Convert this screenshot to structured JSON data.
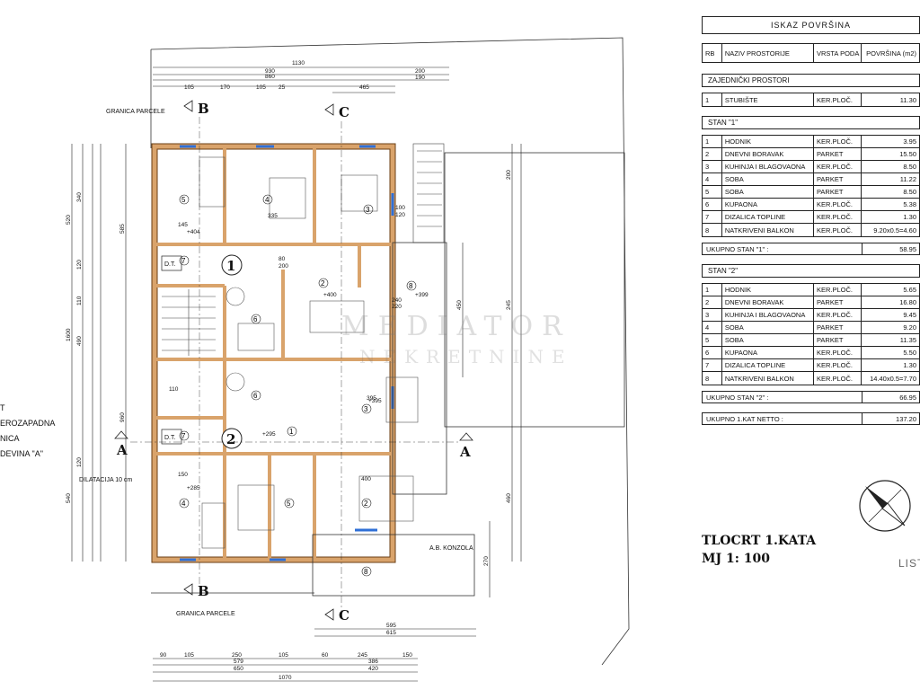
{
  "table": {
    "title": "ISKAZ POVRŠINA",
    "headers": [
      "RB",
      "NAZIV PROSTORIJE",
      "VRSTA PODA",
      "POVRŠINA (m2)"
    ],
    "sections": [
      {
        "name": "ZAJEDNIČKI PROSTORI",
        "rows": [
          [
            "1",
            "STUBIŠTE",
            "KER.PLOČ.",
            "11.30"
          ]
        ]
      },
      {
        "name": "STAN \"1\"",
        "rows": [
          [
            "1",
            "HODNIK",
            "KER.PLOČ.",
            "3.95"
          ],
          [
            "2",
            "DNEVNI BORAVAK",
            "PARKET",
            "15.50"
          ],
          [
            "3",
            "KUHINJA I BLAGOVAONA",
            "KER.PLOČ.",
            "8.50"
          ],
          [
            "4",
            "SOBA",
            "PARKET",
            "11.22"
          ],
          [
            "5",
            "SOBA",
            "PARKET",
            "8.50"
          ],
          [
            "6",
            "KUPAONA",
            "KER.PLOČ.",
            "5.38"
          ],
          [
            "7",
            "DIZALICA TOPLINE",
            "KER.PLOČ.",
            "1.30"
          ],
          [
            "8",
            "NATKRIVENI BALKON",
            "KER.PLOČ.",
            "9.20x0.5=4.60"
          ]
        ],
        "total_label": "UKUPNO STAN \"1\" :",
        "total_value": "58.95"
      },
      {
        "name": "STAN \"2\"",
        "rows": [
          [
            "1",
            "HODNIK",
            "KER.PLOČ.",
            "5.65"
          ],
          [
            "2",
            "DNEVNI BORAVAK",
            "PARKET",
            "16.80"
          ],
          [
            "3",
            "KUHINJA I BLAGOVAONA",
            "KER.PLOČ.",
            "9.45"
          ],
          [
            "4",
            "SOBA",
            "PARKET",
            "9.20"
          ],
          [
            "5",
            "SOBA",
            "PARKET",
            "11.35"
          ],
          [
            "6",
            "KUPAONA",
            "KER.PLOČ.",
            "5.50"
          ],
          [
            "7",
            "DIZALICA TOPLINE",
            "KER.PLOČ.",
            "1.30"
          ],
          [
            "8",
            "NATKRIVENI BALKON",
            "KER.PLOČ.",
            "14.40x0.5=7.70"
          ]
        ],
        "total_label": "UKUPNO STAN \"2\" :",
        "total_value": "66.95"
      }
    ],
    "grand_total_label": "UKUPNO 1.KAT NETTO :",
    "grand_total_value": "137.20"
  },
  "plan_title": "TLOCRT 1.KATA",
  "scale": "MJ 1: 100",
  "sheet_label": "LIST",
  "watermark": "MEDIATOR",
  "watermark2": "NEKRETNINE",
  "labels": {
    "granica_parcele_top": "GRANICA PARCELE",
    "granica_parcele_bottom": "GRANICA PARCELE",
    "dilatacija": "DILATACIJA 10 cm",
    "konzola": "A.B. KONZOLA",
    "dt": "D.T.",
    "section_a": "A",
    "section_b": "B",
    "section_c": "C",
    "apt1": "1",
    "apt2": "2"
  },
  "side_text": [
    "T",
    "EROZAPADNA",
    "NICA",
    "DEVINA \"A\""
  ],
  "dims_top": {
    "total": "1130",
    "d930": "930",
    "d860": "860",
    "d200": "200",
    "d190": "190",
    "d465": "465",
    "chain": [
      "105",
      "170",
      "105",
      "25"
    ]
  },
  "dims_bottom": {
    "total": "1070",
    "d650": "650",
    "d420": "420",
    "chain1": [
      "90",
      "105",
      "250",
      "105",
      "60",
      "245",
      "150"
    ],
    "chain2": [
      "579",
      "386"
    ],
    "d595": "595",
    "d615": "615"
  },
  "dims_left": [
    "520",
    "340",
    "120",
    "110",
    "490",
    "1600",
    "585",
    "960",
    "540",
    "120"
  ],
  "dims_right": [
    "200",
    "450",
    "245",
    "460",
    "270",
    "100",
    "120"
  ],
  "room_dims": [
    "145",
    "335",
    "80",
    "200",
    "240",
    "220",
    "395",
    "150",
    "400",
    "110"
  ],
  "elevation_marks": [
    "+404",
    "+400",
    "+395",
    "+399",
    "+295",
    "+285"
  ],
  "room_labels": [
    "1",
    "2",
    "3",
    "4",
    "5",
    "6",
    "7",
    "8"
  ],
  "colors": {
    "wall": "#d9a36b",
    "wall_stroke": "#6b3f14",
    "window": "#2f6fd6",
    "line": "#222222"
  }
}
